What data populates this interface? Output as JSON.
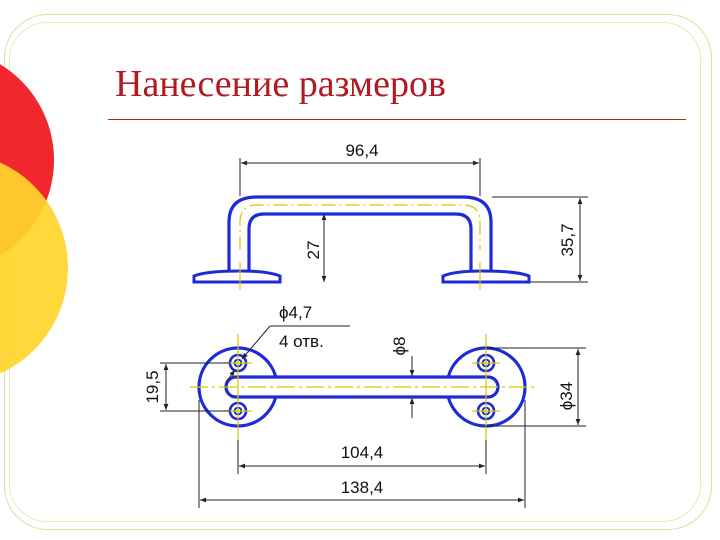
{
  "slide": {
    "title": "Нанесение размеров"
  },
  "colors": {
    "title": "#b31921",
    "part_outline": "#1d2bd6",
    "centerline": "#d6c600",
    "dimension_line": "#222222",
    "circle_red": "#f2262d",
    "circle_yellow": "#ffd52b"
  },
  "dimensions": {
    "top_view": {
      "overall_width": "96,4",
      "inner_height": "27",
      "outer_height": "35,7"
    },
    "bottom_view": {
      "hole_diameter": "ϕ4,7",
      "hole_count": "4 отв.",
      "handle_diameter": "ϕ8",
      "hole_spacing": "19,5",
      "base_diameter": "ϕ34",
      "center_distance": "104,4",
      "overall_length": "138,4"
    }
  }
}
